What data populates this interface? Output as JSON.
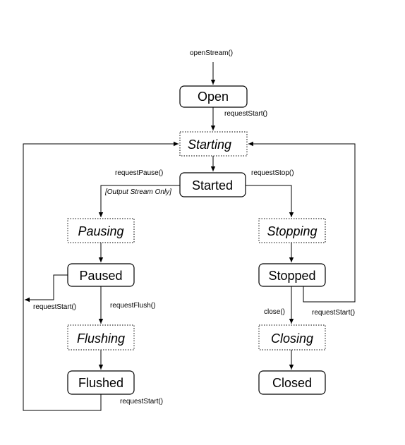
{
  "states": {
    "open": "Open",
    "starting": "Starting",
    "started": "Started",
    "pausing": "Pausing",
    "stopping": "Stopping",
    "paused": "Paused",
    "stopped": "Stopped",
    "flushing": "Flushing",
    "closing": "Closing",
    "flushed": "Flushed",
    "closed": "Closed"
  },
  "transitions": {
    "open_stream": "openStream()",
    "request_start_open": "requestStart()",
    "request_pause": "requestPause()",
    "output_only": "[Output Stream Only]",
    "request_stop": "requestStop()",
    "request_start_paused": "requestStart()",
    "request_flush": "requestFlush()",
    "close": "close()",
    "request_start_stopped": "requestStart()",
    "request_start_flushed": "requestStart()"
  },
  "legend": {
    "stable_state_style": "solid rounded box",
    "transient_state_style": "dotted box, italic label"
  }
}
